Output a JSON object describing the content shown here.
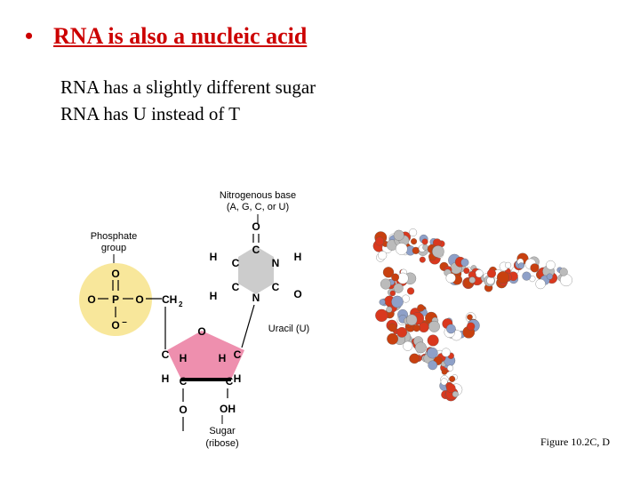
{
  "slide": {
    "bullet": "•",
    "title": "RNA is also a nucleic acid",
    "points": [
      "RNA has a slightly different sugar",
      "RNA has U instead of T"
    ]
  },
  "diagram": {
    "base_label_1": "Nitrogenous base",
    "base_label_2": "(A, G, C, or U)",
    "phosphate_label_1": "Phosphate",
    "phosphate_label_2": "group",
    "uracil_label": "Uracil (U)",
    "sugar_label_1": "Sugar",
    "sugar_label_2": "(ribose)",
    "atoms": {
      "O": "O",
      "P": "P",
      "C": "C",
      "N": "N",
      "H": "H",
      "CH2": "CH",
      "CH2_sub": "2",
      "OH": "OH",
      "O_minus": "O",
      "minus": "–"
    },
    "colors": {
      "phosphate_fill": "#f8e79b",
      "sugar_fill": "#ee8fae",
      "base_fill": "#cccccc",
      "title_color": "#cc0000"
    }
  },
  "figure_caption": "Figure 10.2C, D"
}
